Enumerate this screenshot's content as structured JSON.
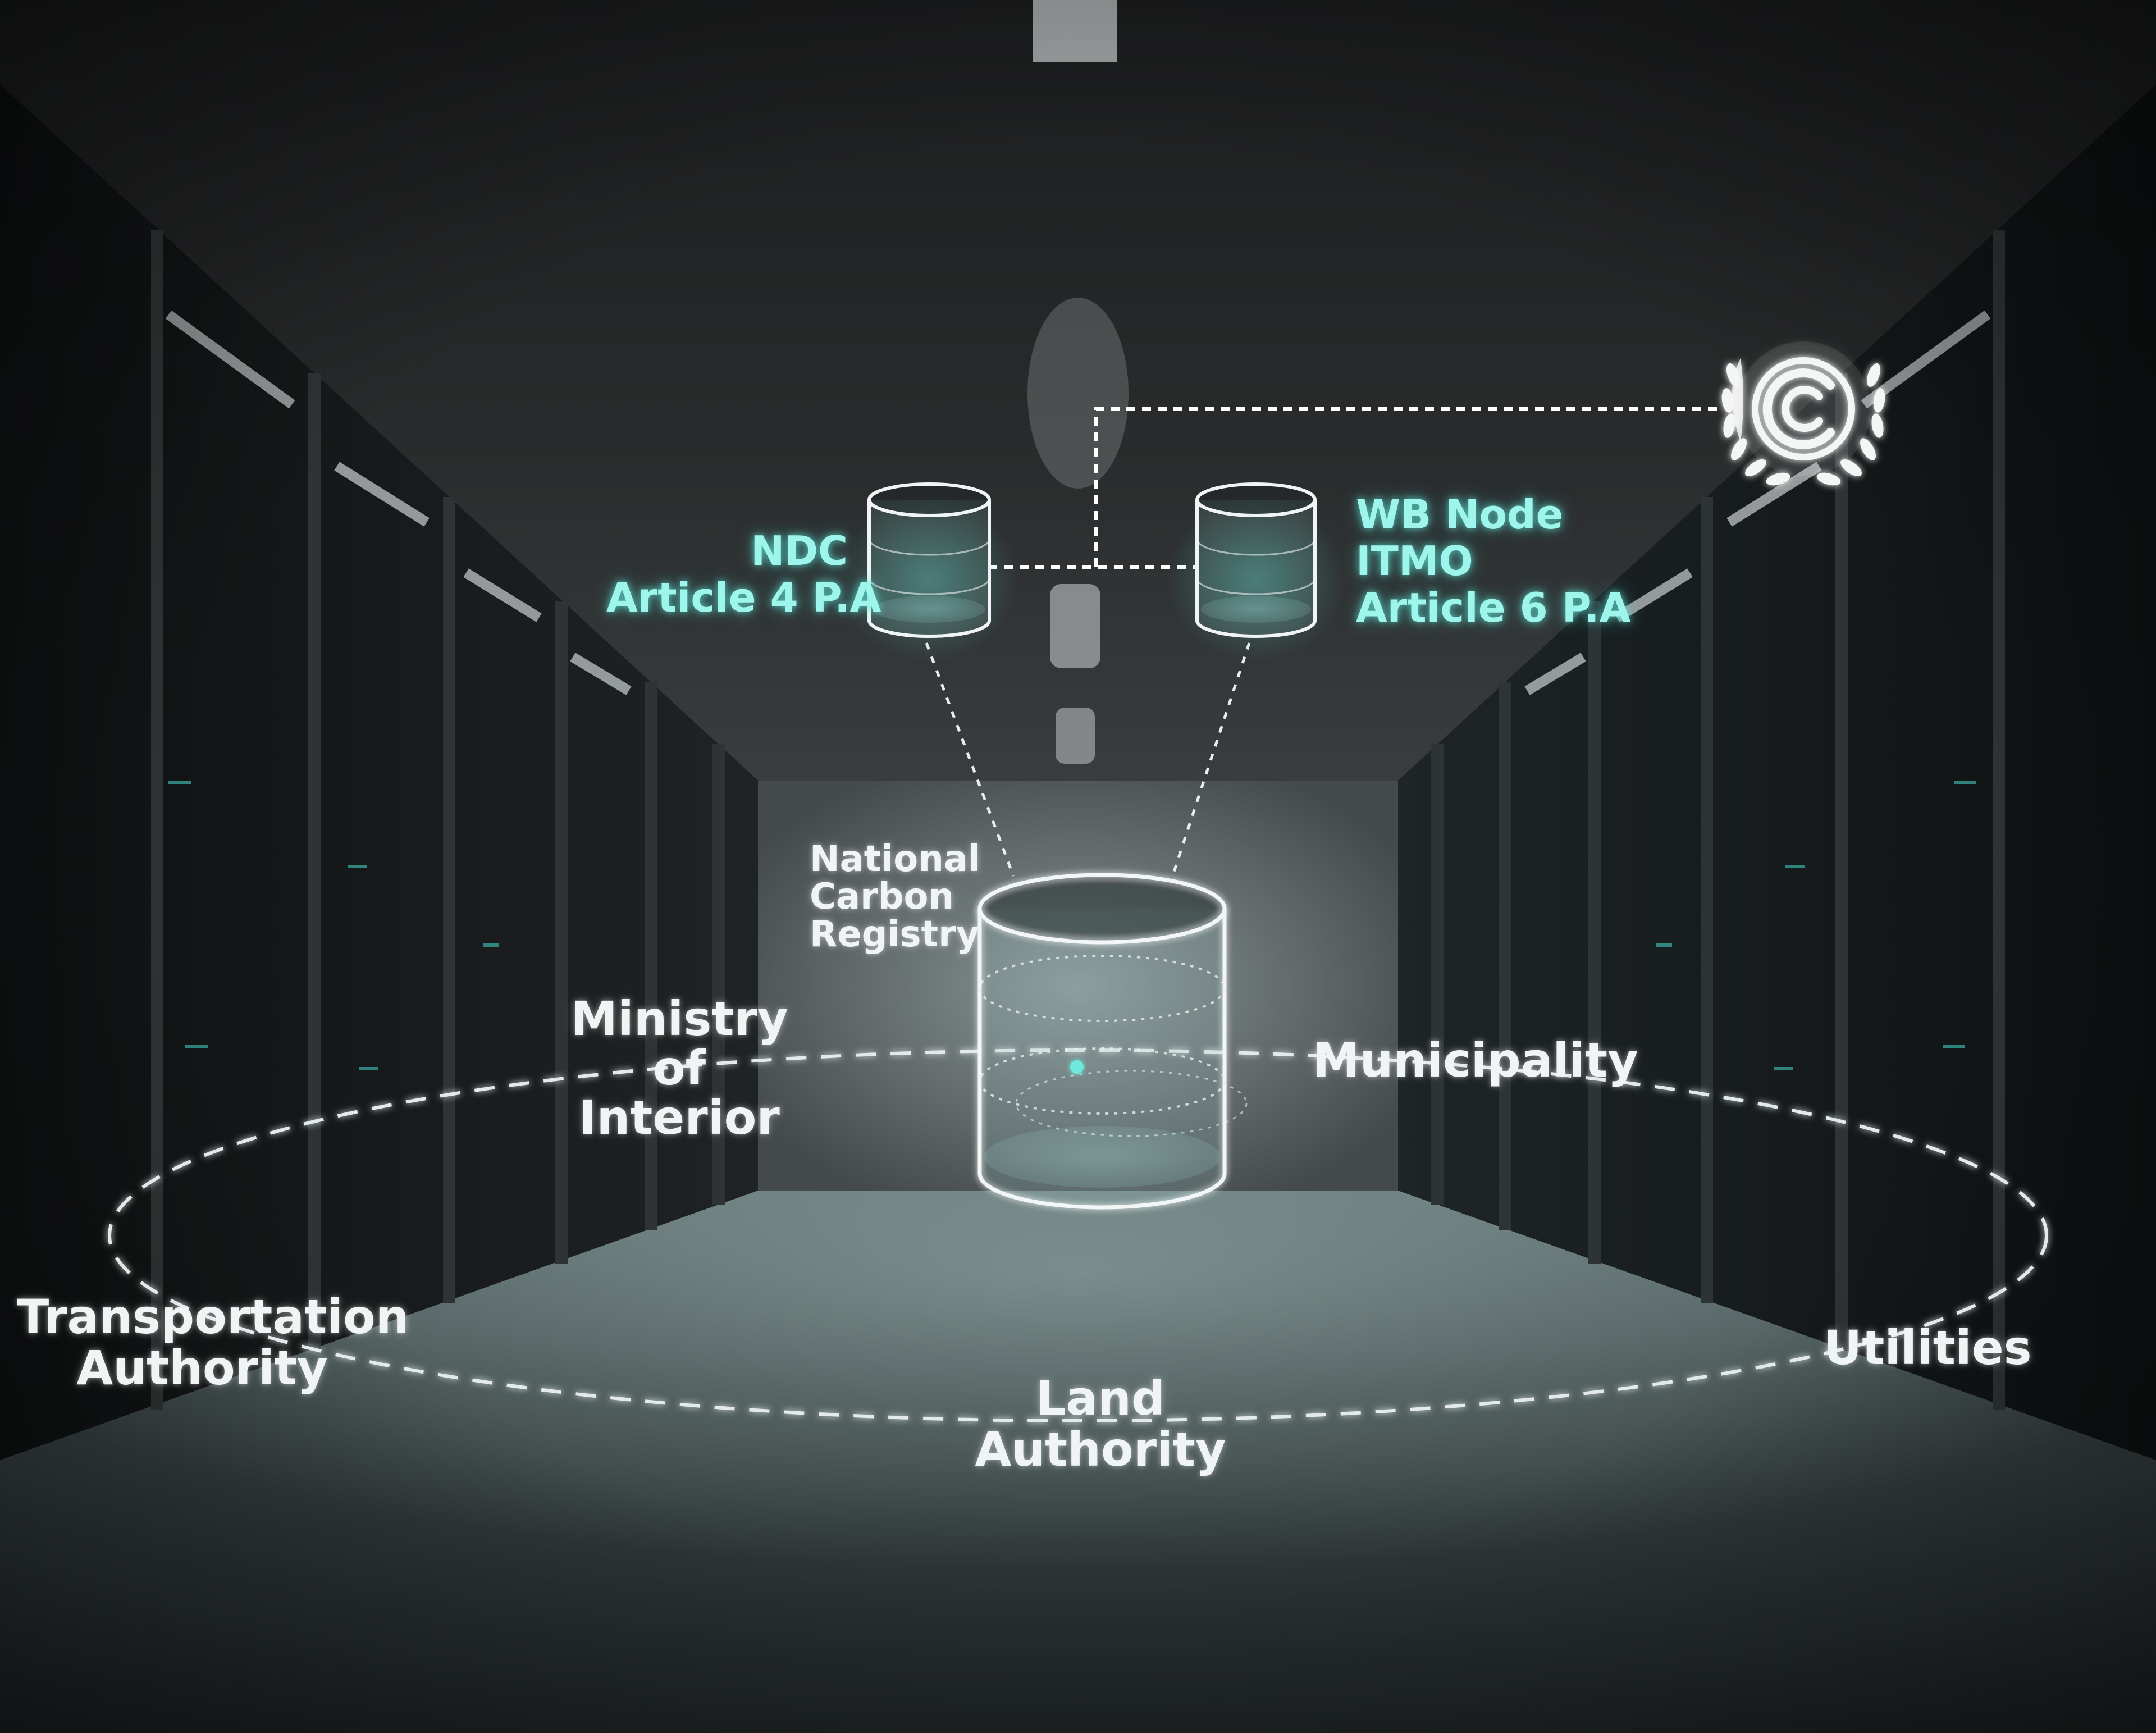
{
  "colors": {
    "accent_teal": "#9ef5ec",
    "label_white": "#f1f4f4",
    "background_dark": "#0d0f10"
  },
  "icons": {
    "unfccc_logo": "unfccc-emblem-icon"
  },
  "nodes": {
    "ndc": {
      "line1": "NDC",
      "line2": "Article 4 P.A"
    },
    "wb_node": {
      "line1": "WB Node",
      "line2": "ITMO",
      "line3": "Article 6 P.A"
    },
    "registry": {
      "line1": "National",
      "line2": "Carbon",
      "line3": "Registry"
    }
  },
  "stakeholders": {
    "ministry": {
      "line1": "Ministry",
      "line2": "of",
      "line3": "Interior"
    },
    "municipality": {
      "line1": "Municipality"
    },
    "transportation": {
      "line1": "Transportation",
      "line2": "Authority"
    },
    "utilities": {
      "line1": "Utilities"
    },
    "land": {
      "line1": "Land",
      "line2": "Authority"
    }
  }
}
